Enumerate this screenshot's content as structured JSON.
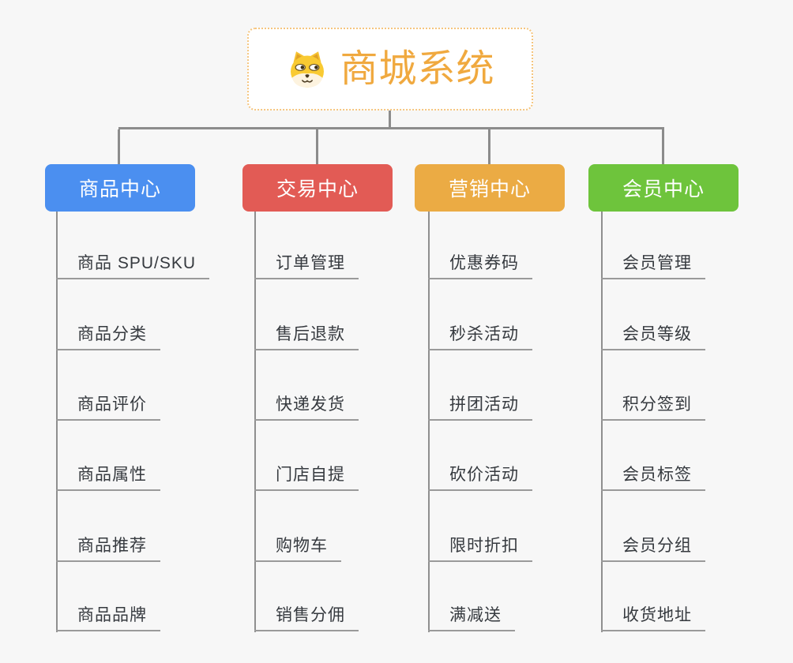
{
  "background": "#f7f7f7",
  "connector_color": "#8c8c8c",
  "root": {
    "title": "商城系统",
    "icon": "dog-face-icon",
    "text_color": "#f0a93f",
    "border_color": "#f5c57e"
  },
  "branches": [
    {
      "label": "商品中心",
      "color": "#4b8ff0",
      "children": [
        "商品 SPU/SKU",
        "商品分类",
        "商品评价",
        "商品属性",
        "商品推荐",
        "商品品牌"
      ]
    },
    {
      "label": "交易中心",
      "color": "#e25b55",
      "children": [
        "订单管理",
        "售后退款",
        "快递发货",
        "门店自提",
        "购物车",
        "销售分佣"
      ]
    },
    {
      "label": "营销中心",
      "color": "#ebab44",
      "children": [
        "优惠券码",
        "秒杀活动",
        "拼团活动",
        "砍价活动",
        "限时折扣",
        "满减送"
      ]
    },
    {
      "label": "会员中心",
      "color": "#6ec43c",
      "children": [
        "会员管理",
        "会员等级",
        "积分签到",
        "会员标签",
        "会员分组",
        "收货地址"
      ]
    }
  ]
}
